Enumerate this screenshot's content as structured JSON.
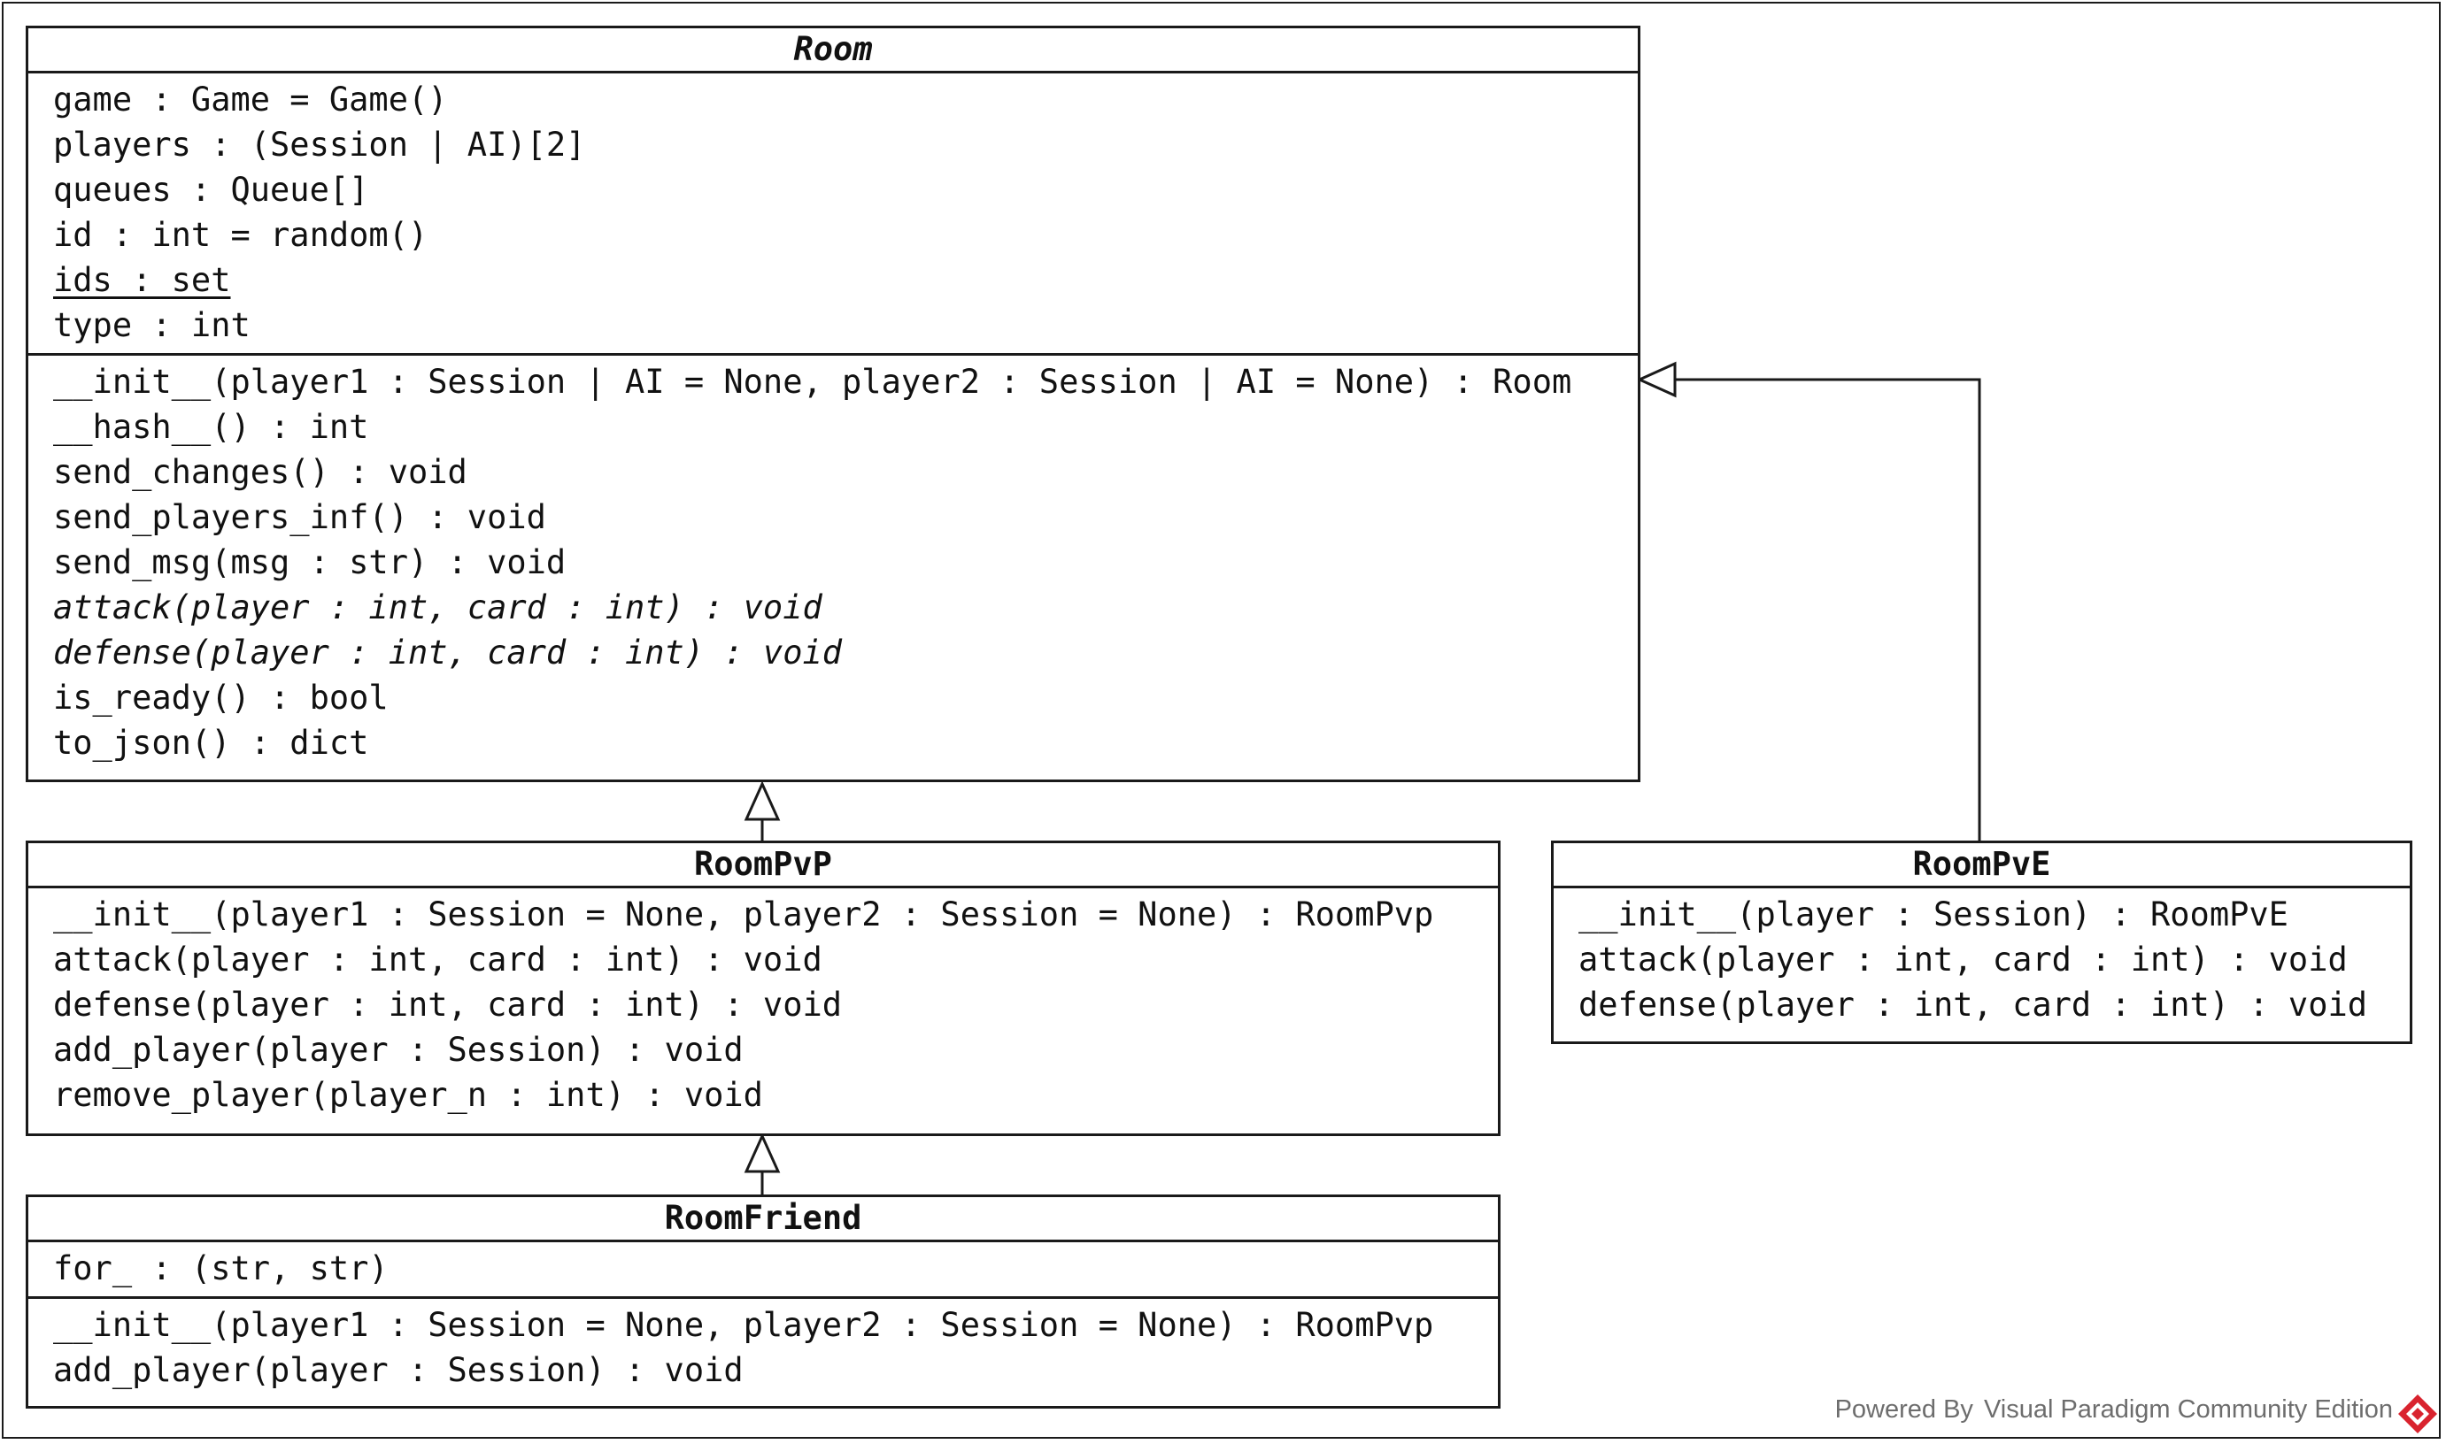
{
  "classes": {
    "room": {
      "name": "Room",
      "attributes": [
        "game : Game = Game()",
        "players : (Session | AI)[2]",
        "queues : Queue[]",
        "id : int = random()",
        "ids : set",
        "type : int"
      ],
      "operations": [
        "__init__(player1 : Session | AI = None, player2 : Session | AI = None) : Room",
        "__hash__() : int",
        "send_changes() : void",
        "send_players_inf() : void",
        "send_msg(msg : str) : void",
        "attack(player : int, card : int) : void",
        "defense(player : int, card : int) : void",
        "is_ready() : bool",
        "to_json() : dict"
      ]
    },
    "roompvp": {
      "name": "RoomPvP",
      "operations": [
        "__init__(player1 : Session = None, player2 : Session = None) : RoomPvp",
        "attack(player : int, card : int) : void",
        "defense(player : int, card : int) : void",
        "add_player(player : Session) : void",
        "remove_player(player_n : int) : void"
      ]
    },
    "roompve": {
      "name": "RoomPvE",
      "operations": [
        "__init__(player : Session) : RoomPvE",
        "attack(player : int, card : int) : void",
        "defense(player : int, card : int) : void"
      ]
    },
    "roomfriend": {
      "name": "RoomFriend",
      "attributes": [
        "for_ : (str, str)"
      ],
      "operations": [
        "__init__(player1 : Session = None, player2 : Session = None) : RoomPvp",
        "add_player(player : Session) : void"
      ]
    }
  },
  "watermark": {
    "powered_by": "Powered By",
    "product": "Visual Paradigm Community Edition"
  },
  "colors": {
    "line": "#1a1a1a",
    "watermark": "#6d6d6d",
    "logo_red": "#d9232e"
  }
}
